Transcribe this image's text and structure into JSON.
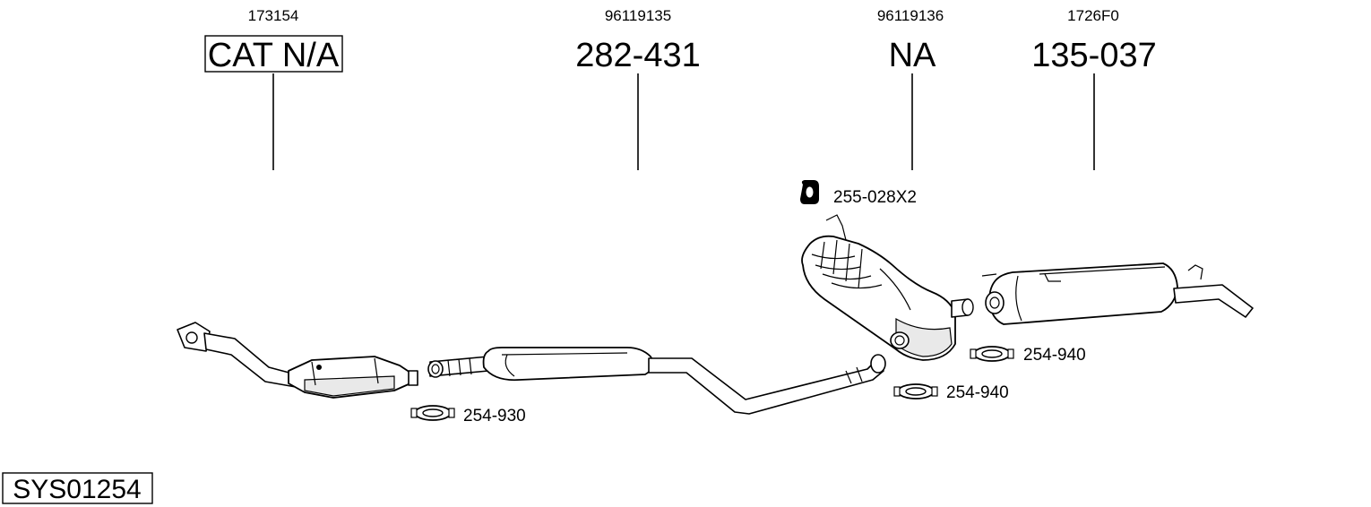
{
  "system_code": "SYS01254",
  "components": [
    {
      "oem": "173154",
      "part": "CAT N/A",
      "boxed": true
    },
    {
      "oem": "96119135",
      "part": "282-431",
      "boxed": false
    },
    {
      "oem": "96119136",
      "part": "NA",
      "boxed": false
    },
    {
      "oem": "1726F0",
      "part": "135-037",
      "boxed": false
    }
  ],
  "accessories": [
    {
      "label": "255-028X2",
      "icon": "rubber-hanger-icon"
    },
    {
      "label": "254-940",
      "icon": "clamp-icon"
    },
    {
      "label": "254-940",
      "icon": "clamp-icon"
    },
    {
      "label": "254-930",
      "icon": "clamp-icon"
    }
  ]
}
